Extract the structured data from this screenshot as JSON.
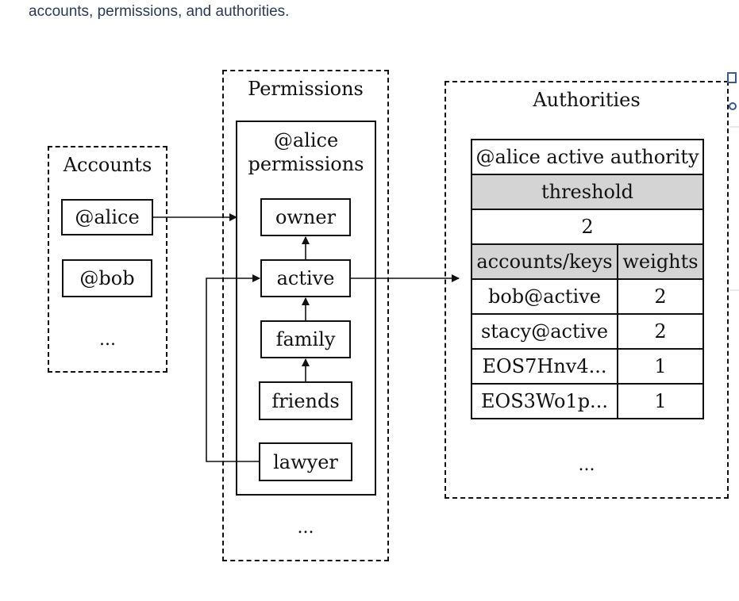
{
  "intro_text": "accounts, permissions, and authorities.",
  "accounts": {
    "title": "Accounts",
    "items": [
      "@alice",
      "@bob"
    ],
    "ellipsis": "..."
  },
  "permissions": {
    "title": "Permissions",
    "inner_title_line1": "@alice",
    "inner_title_line2": "permissions",
    "nodes": [
      "owner",
      "active",
      "family",
      "friends",
      "lawyer"
    ],
    "ellipsis": "..."
  },
  "authorities": {
    "title": "Authorities",
    "table_title": "@alice active authority",
    "threshold_label": "threshold",
    "threshold_value": "2",
    "col_accounts": "accounts/keys",
    "col_weights": "weights",
    "rows": [
      {
        "account": "bob@active",
        "weight": "2"
      },
      {
        "account": "stacy@active",
        "weight": "2"
      },
      {
        "account": "EOS7Hnv4...",
        "weight": "1"
      },
      {
        "account": "EOS3Wo1p...",
        "weight": "1"
      }
    ],
    "ellipsis": "..."
  }
}
